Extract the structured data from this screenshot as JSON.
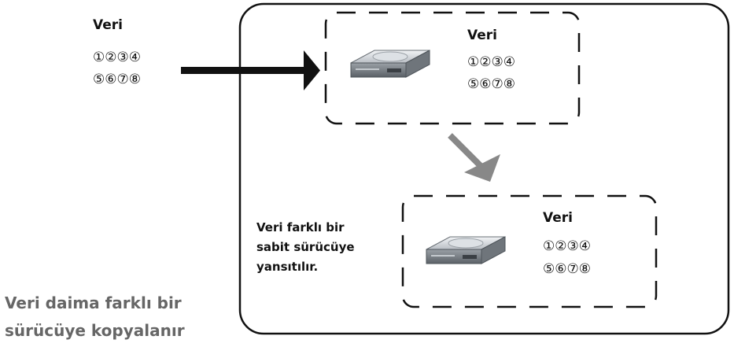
{
  "source": {
    "label": "Veri",
    "digits_row1": "①②③④",
    "digits_row2": "⑤⑥⑦⑧"
  },
  "drive1": {
    "label": "Veri",
    "digits_row1": "①②③④",
    "digits_row2": "⑤⑥⑦⑧"
  },
  "drive2": {
    "label": "Veri",
    "digits_row1": "①②③④",
    "digits_row2": "⑤⑥⑦⑧"
  },
  "mirror_note": {
    "line1": "Veri farklı bir",
    "line2": "sabit sürücüye",
    "line3": "yansıtılır."
  },
  "caption": {
    "line1": "Veri daima farklı bir",
    "line2": "sürücüye kopyalanır"
  },
  "colors": {
    "arrow_main": "#111111",
    "arrow_mirror": "#888888",
    "caption": "#666666"
  }
}
